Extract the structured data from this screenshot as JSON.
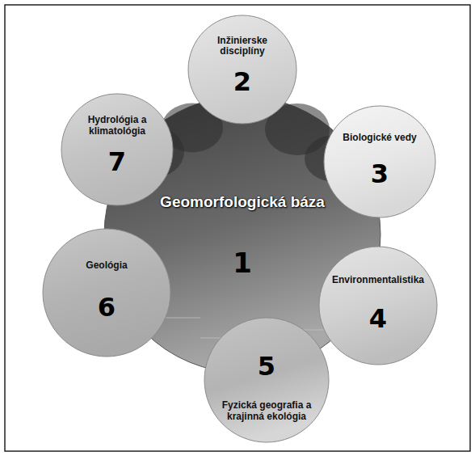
{
  "diagram": {
    "nodes": [
      {
        "text": [
          "Geomorfologická báza",
          "1"
        ]
      },
      {
        "text": [
          "Inžinierske disciplíny",
          "2"
        ]
      },
      {
        "text": [
          "Biologické vedy",
          "3"
        ]
      },
      {
        "text": [
          "Environmentalistika",
          "4"
        ]
      },
      {
        "text": [
          "Fyzická geografia a krajinná ekológia",
          "5"
        ]
      },
      {
        "text": [
          "Geológia",
          "6"
        ]
      },
      {
        "text": [
          "Hydrológia a klimatológia",
          "7"
        ]
      }
    ]
  }
}
